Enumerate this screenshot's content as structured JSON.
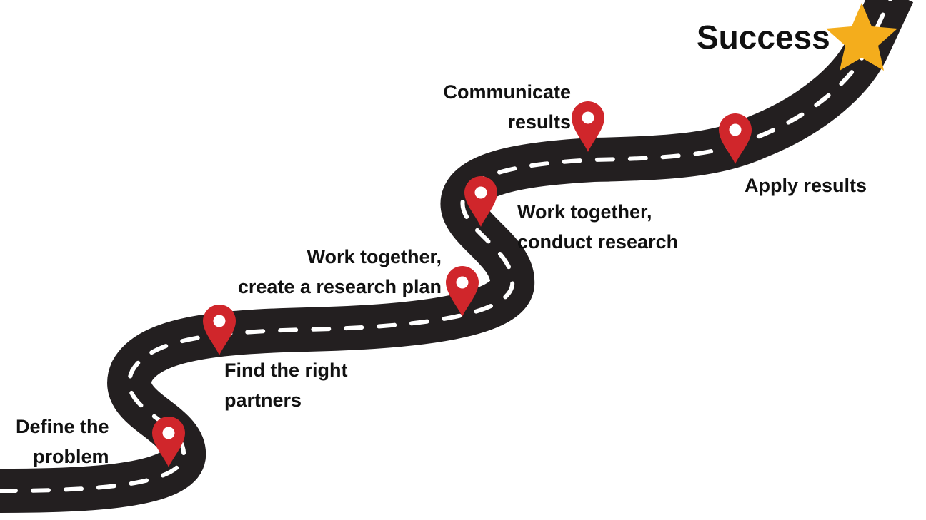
{
  "colors": {
    "road": "#231f20",
    "dash": "#ffffff",
    "pin": "#d0262b",
    "star": "#f4ad1c"
  },
  "goal": {
    "label": "Success",
    "icon": "star-icon"
  },
  "steps": [
    {
      "lines": [
        "Define the",
        "problem"
      ],
      "icon": "map-pin-icon"
    },
    {
      "lines": [
        "Find the right",
        "partners"
      ],
      "icon": "map-pin-icon"
    },
    {
      "lines": [
        "Work together,",
        "create a research plan"
      ],
      "icon": "map-pin-icon"
    },
    {
      "lines": [
        "Work together,",
        "conduct research"
      ],
      "icon": "map-pin-icon"
    },
    {
      "lines": [
        "Communicate",
        "results"
      ],
      "icon": "map-pin-icon"
    },
    {
      "lines": [
        "Apply results"
      ],
      "icon": "map-pin-icon"
    }
  ]
}
